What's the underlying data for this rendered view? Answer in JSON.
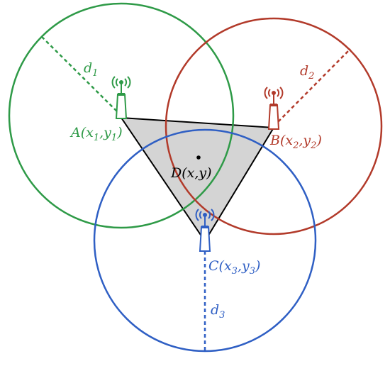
{
  "colors": {
    "green": "#2e9a47",
    "red": "#b23a2a",
    "blue": "#2f5fc4",
    "triangle_fill": "#d4d4d4",
    "black": "#000000"
  },
  "anchors": {
    "a": {
      "label": "A(x",
      "sub1": "1",
      "mid": ",y",
      "sub2": "1",
      "end": ")",
      "distance": "d",
      "distance_sub": "1",
      "icon": "antenna-tower-icon"
    },
    "b": {
      "label": "B(x",
      "sub1": "2",
      "mid": ",y",
      "sub2": "2",
      "end": ")",
      "distance": "d",
      "distance_sub": "2",
      "icon": "antenna-tower-icon"
    },
    "c": {
      "label": "C(x",
      "sub1": "3",
      "mid": ",y",
      "sub2": "3",
      "end": ")",
      "distance": "d",
      "distance_sub": "3",
      "icon": "antenna-tower-icon"
    }
  },
  "target": {
    "label": "D(x,y)"
  }
}
